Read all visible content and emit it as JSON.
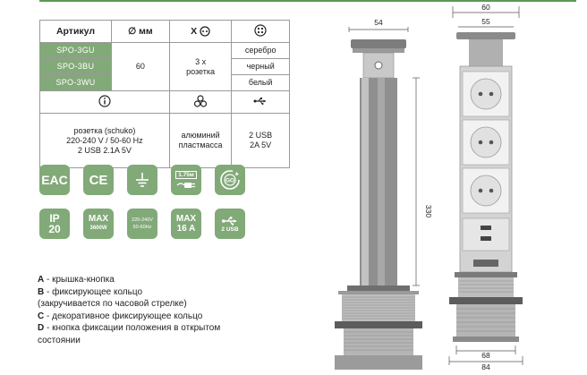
{
  "table": {
    "header": {
      "article": "Артикул",
      "diameter": "∅ мм",
      "sockets": "X",
      "colors_icon": "palette-icon"
    },
    "rows": [
      {
        "sku": "SPO-3GU",
        "color": "серебро"
      },
      {
        "sku": "SPO-3BU",
        "color": "черный"
      },
      {
        "sku": "SPO-3WU",
        "color": "белый"
      }
    ],
    "diameter_value": "60",
    "sockets_value_1": "3 x",
    "sockets_value_2": "розетка",
    "desc_icons": [
      "info-icon",
      "material-icon",
      "usb-icon"
    ],
    "socket_desc": [
      "розетка (schuko)",
      "220-240 V / 50-60 Hz",
      "2 USB  2.1A 5V"
    ],
    "material_desc": [
      "алюминий",
      "пластмасса"
    ],
    "usb_desc": [
      "2 USB",
      "2A 5V"
    ]
  },
  "badges": {
    "eac": "EAC",
    "ce": "CE",
    "cable": "1.75м",
    "go": "GO",
    "ip": [
      "IP",
      "20"
    ],
    "max_power": [
      "MAX",
      "3600W"
    ],
    "voltage": [
      "220-240V",
      "50-60Hz"
    ],
    "max_current": [
      "MAX",
      "16 A"
    ],
    "usb": "2 USB"
  },
  "notes": [
    {
      "key": "A",
      "text": " - крышка-кнопка"
    },
    {
      "key": "B",
      "text": " - фиксирующее кольцо"
    },
    {
      "key": "",
      "text": "(закручивается по часовой стрелке)"
    },
    {
      "key": "C",
      "text": " - декоративное фиксирующее кольцо"
    },
    {
      "key": "D",
      "text": " - кнопка фиксации положения в открытом"
    },
    {
      "key": "",
      "text": "состоянии"
    }
  ],
  "dimensions": {
    "cap": "54",
    "height": "330",
    "top_outer": "60",
    "top_inner": "55",
    "base_inner": "68",
    "base_outer": "84"
  },
  "colors": {
    "green": "#82a978",
    "line": "#5a9a54"
  }
}
